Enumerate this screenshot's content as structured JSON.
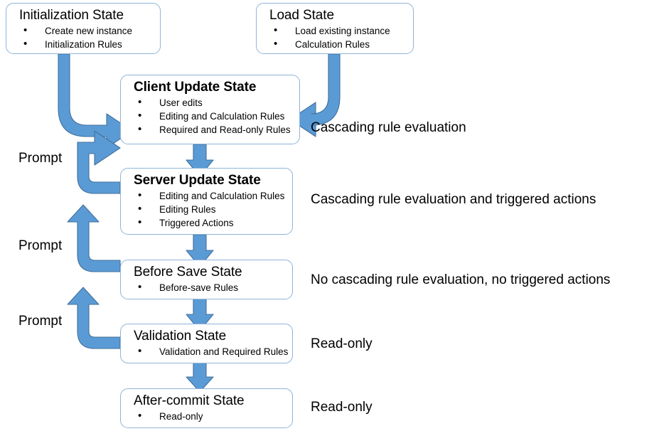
{
  "diagram": {
    "title": "Rule execution lifecycle state diagram",
    "colors": {
      "arrow_fill": "#5B9BD5",
      "arrow_stroke": "#41719C",
      "box_border": "#8FB4D9",
      "box_fill": "#FFFFFF",
      "text": "#000000"
    },
    "boxes": [
      {
        "id": "initialization-state",
        "title": "Initialization State",
        "bold": false,
        "bullets": [
          "Create new instance",
          "Initialization Rules"
        ]
      },
      {
        "id": "load-state",
        "title": "Load State",
        "bold": false,
        "bullets": [
          "Load existing instance",
          "Calculation Rules"
        ]
      },
      {
        "id": "client-update-state",
        "title": "Client Update State",
        "bold": true,
        "bullets": [
          "User edits",
          "Editing and Calculation Rules",
          "Required and Read-only Rules"
        ]
      },
      {
        "id": "server-update-state",
        "title": "Server Update State",
        "bold": true,
        "bullets": [
          "Editing and Calculation Rules",
          "Editing Rules",
          "Triggered Actions"
        ]
      },
      {
        "id": "before-save-state",
        "title": "Before Save State",
        "bold": false,
        "bullets": [
          "Before-save Rules"
        ]
      },
      {
        "id": "validation-state",
        "title": "Validation State",
        "bold": false,
        "bullets": [
          "Validation and Required Rules"
        ]
      },
      {
        "id": "after-commit-state",
        "title": "After-commit State",
        "bold": false,
        "bullets": [
          "Read-only"
        ]
      }
    ],
    "annotations": [
      {
        "id": "annotation-client-update",
        "text": "Cascading rule evaluation"
      },
      {
        "id": "annotation-server-update",
        "text": "Cascading rule evaluation and triggered actions"
      },
      {
        "id": "annotation-before-save",
        "text": "No cascading rule evaluation, no triggered actions"
      },
      {
        "id": "annotation-validation",
        "text": "Read-only"
      },
      {
        "id": "annotation-after-commit",
        "text": "Read-only"
      }
    ],
    "prompt_labels": [
      {
        "id": "prompt-label-1",
        "text": "Prompt"
      },
      {
        "id": "prompt-label-2",
        "text": "Prompt"
      },
      {
        "id": "prompt-label-3",
        "text": "Prompt"
      }
    ]
  }
}
